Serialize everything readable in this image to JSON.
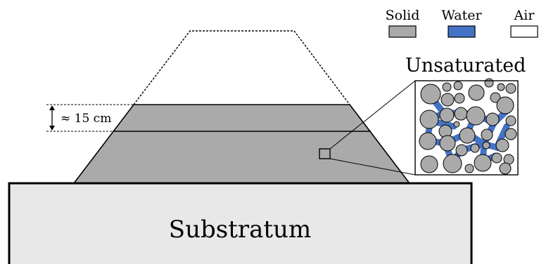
{
  "legend": {
    "items": [
      {
        "label": "Solid",
        "color": "#aaaaaa"
      },
      {
        "label": "Water",
        "color": "#4472c4"
      },
      {
        "label": "Air",
        "color": "#ffffff"
      }
    ]
  },
  "inset": {
    "title": "Unsaturated"
  },
  "dimension": {
    "label": "≈ 15 cm"
  },
  "base": {
    "label": "Substratum",
    "color": "#e8e8e8"
  },
  "mound": {
    "color": "#aaaaaa"
  }
}
